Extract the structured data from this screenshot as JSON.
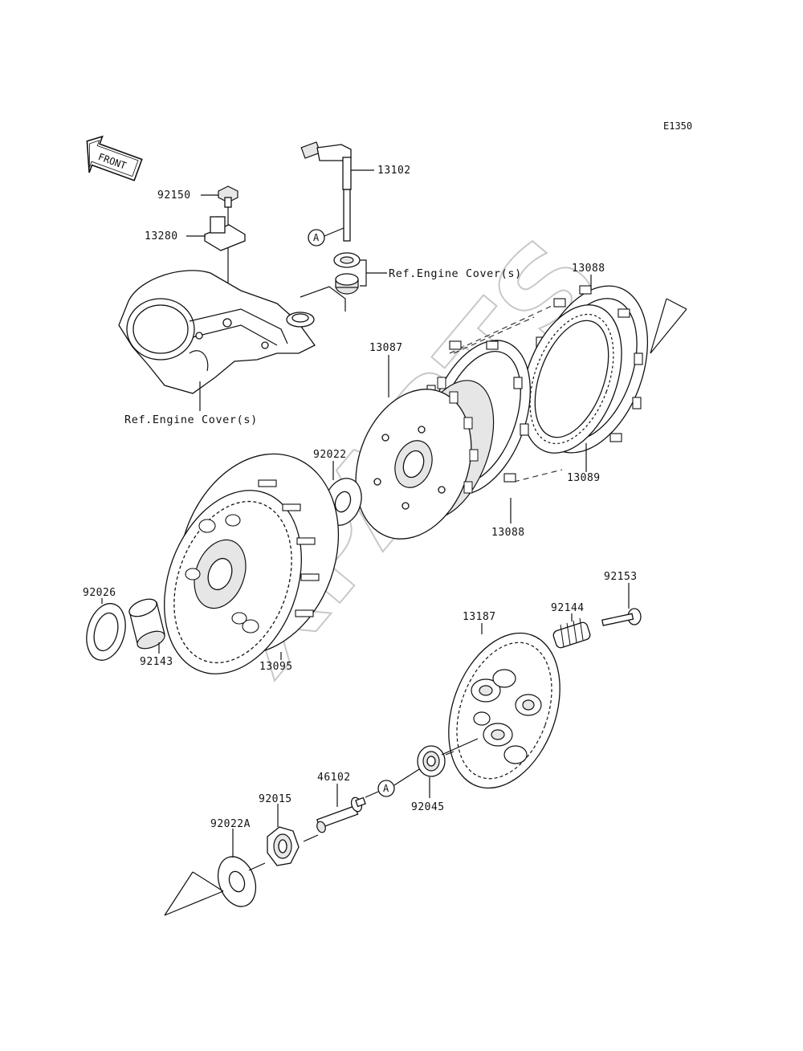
{
  "diagram_code": "E1350",
  "front_marker": "FRONT",
  "watermark": "XPARTS",
  "callout_letter": "A",
  "refs": {
    "engine_cover_top": "Ref.Engine Cover(s)",
    "engine_cover_left": "Ref.Engine Cover(s)"
  },
  "parts": {
    "p92150": "92150",
    "p13280": "13280",
    "p13102": "13102",
    "p13088_top": "13088",
    "p13087": "13087",
    "p92022": "92022",
    "p13089": "13089",
    "p13088_bottom": "13088",
    "p92026": "92026",
    "p92143": "92143",
    "p13095": "13095",
    "p92153": "92153",
    "p92144": "92144",
    "p13187": "13187",
    "p46102": "46102",
    "p92015": "92015",
    "p92045": "92045",
    "p92022A": "92022A"
  }
}
